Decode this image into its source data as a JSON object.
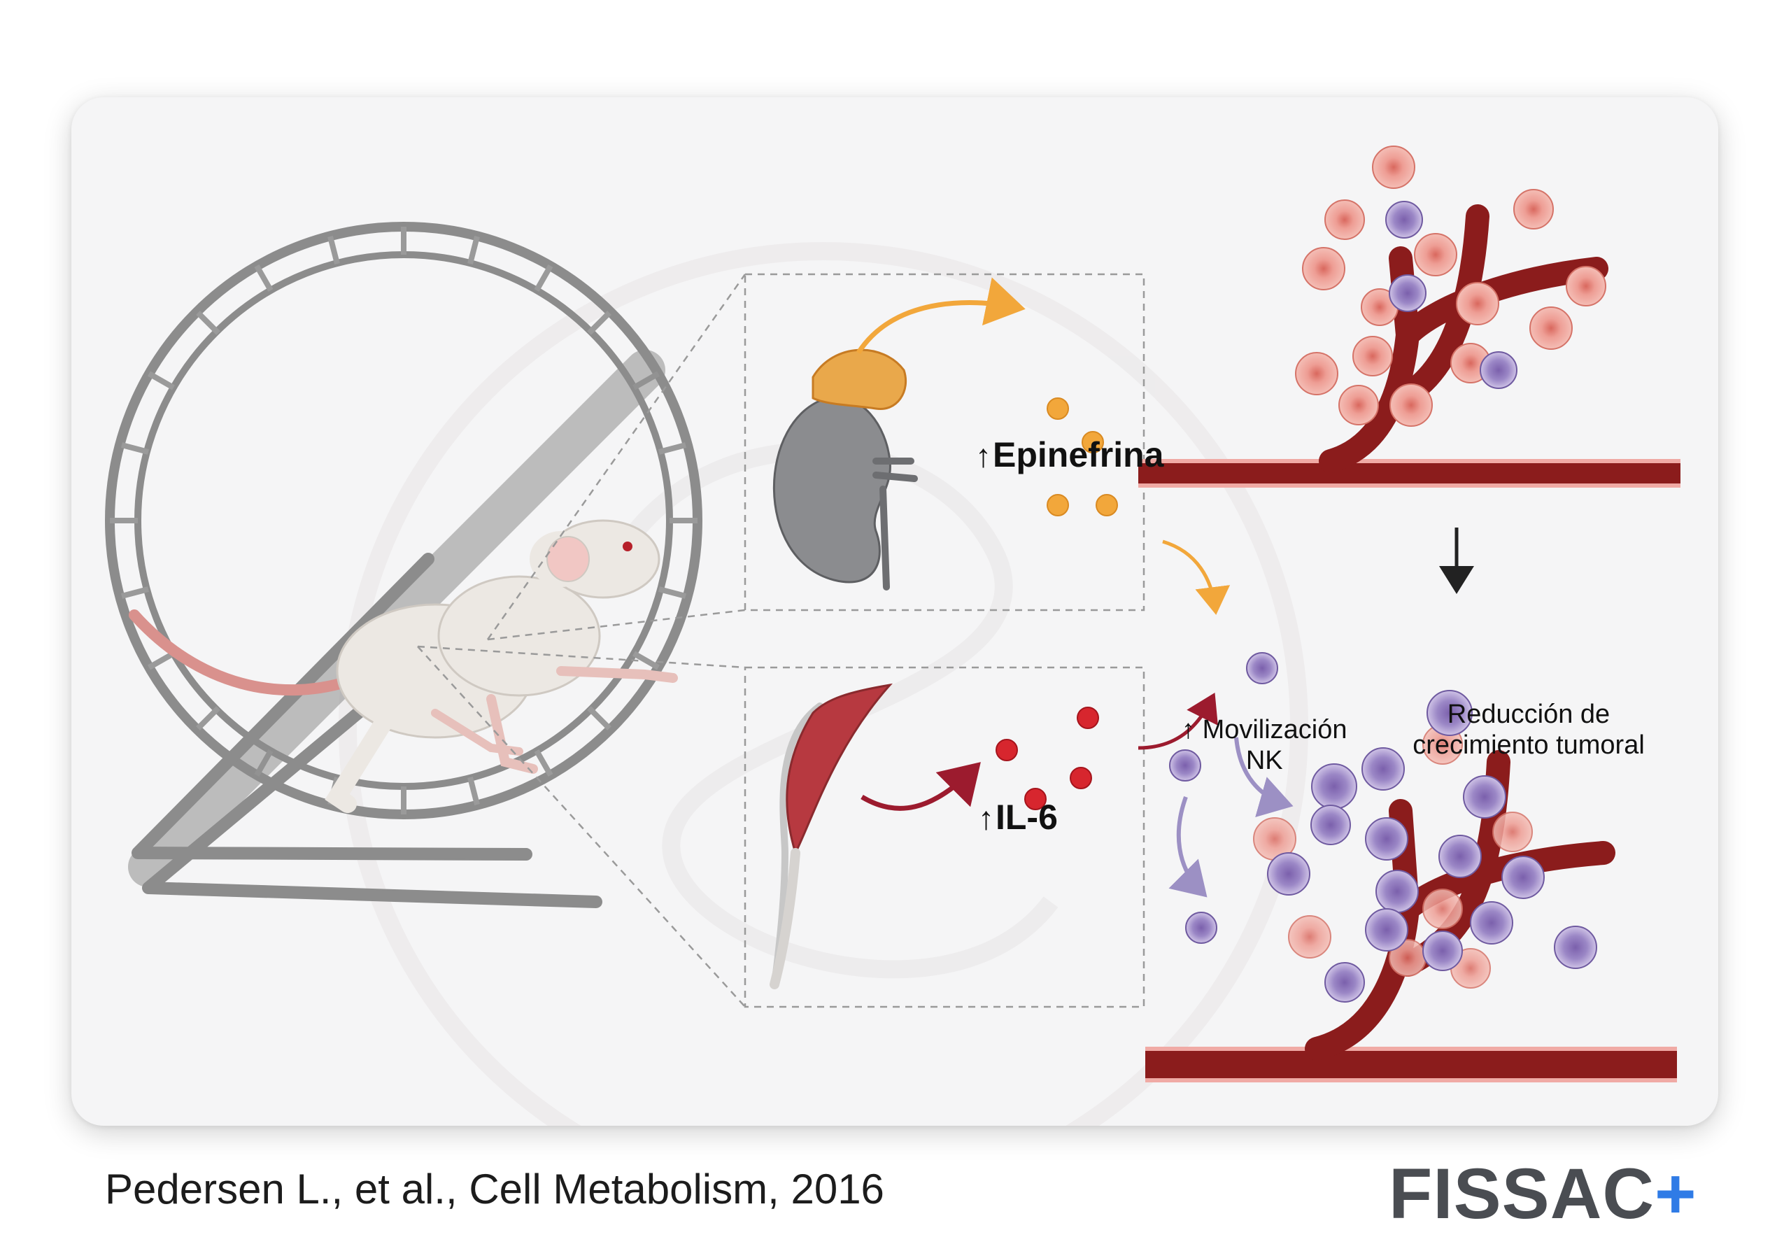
{
  "labels": {
    "epinephrine": "Epinefrina",
    "il6": "IL-6",
    "mobilization_line1": "Movilización",
    "mobilization_line2": "NK",
    "reduction_line1": "Reducción de",
    "reduction_line2": "crecimiento tumoral",
    "up_arrow": "↑"
  },
  "footer": {
    "citation": "Pedersen L., et al., Cell Metabolism, 2016",
    "brand_text": "FISSAC",
    "brand_plus": "+"
  },
  "colors": {
    "card_bg": "#f5f5f6",
    "vessel": "#8b1c1c",
    "epinephrine": "#f2a73b",
    "il6": "#d7262e",
    "nk_cell": "#8a73b8",
    "tumor_cell": "#e8978e",
    "brand_text": "#4a4d52",
    "brand_plus": "#2f7be6"
  },
  "icons": [
    "hamster-wheel",
    "mouse",
    "adrenal-gland-kidney",
    "skeletal-muscle",
    "blood-vessel",
    "tumor-cells",
    "nk-cells"
  ]
}
